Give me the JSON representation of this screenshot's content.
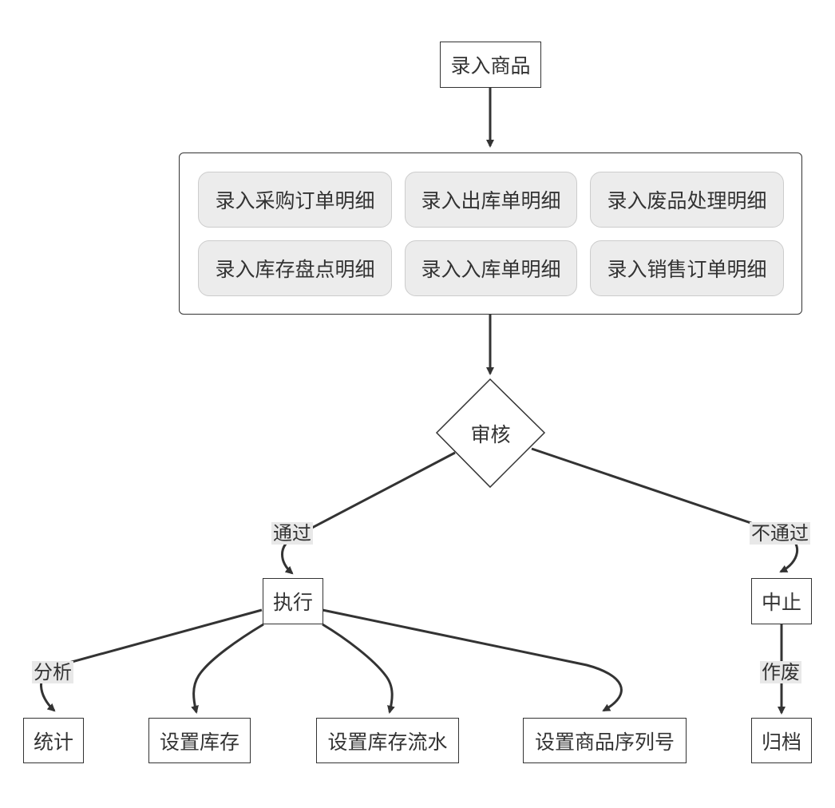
{
  "nodes": {
    "enter_product": "录入商品",
    "review": "审核",
    "execute": "执行",
    "stop": "中止",
    "statistics": "统计",
    "set_inventory": "设置库存",
    "set_inventory_flow": "设置库存流水",
    "set_product_serial": "设置商品序列号",
    "archive": "归档"
  },
  "group_items": [
    "录入采购订单明细",
    "录入出库单明细",
    "录入废品处理明细",
    "录入库存盘点明细",
    "录入入库单明细",
    "录入销售订单明细"
  ],
  "edge_labels": {
    "pass": "通过",
    "fail": "不通过",
    "analyze": "分析",
    "void": "作废"
  },
  "colors": {
    "line": "#333333",
    "subprocess_fill": "#ececec",
    "label_bg": "#e8e8e8"
  }
}
